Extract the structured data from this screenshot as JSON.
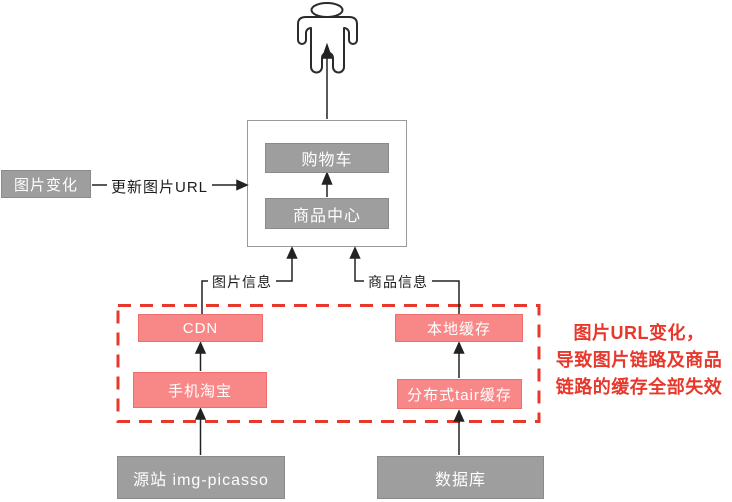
{
  "colors": {
    "gray_fill": "#9e9e9e",
    "gray_border": "#8a8a8a",
    "pink_fill": "#f88888",
    "pink_border": "#ee6e6e",
    "red_accent": "#e8382c",
    "line_color": "#222222",
    "box_text": "#ffffff"
  },
  "icons": {
    "user": "person-icon"
  },
  "left_flow": {
    "trigger_label": "图片变化",
    "edge_label": "更新图片URL"
  },
  "app_box": {
    "cart_label": "购物车",
    "product_center_label": "商品中心"
  },
  "edge_labels": {
    "image_info": "图片信息",
    "product_info": "商品信息"
  },
  "cache_group": {
    "cdn_label": "CDN",
    "mobile_taobao_label": "手机淘宝",
    "local_cache_label": "本地缓存",
    "tair_label": "分布式tair缓存"
  },
  "sources": {
    "origin_label": "源站 img-picasso",
    "database_label": "数据库"
  },
  "annotation": {
    "line1": "图片URL变化，",
    "line2": "导致图片链路及商品",
    "line3": "链路的缓存全部失效"
  }
}
